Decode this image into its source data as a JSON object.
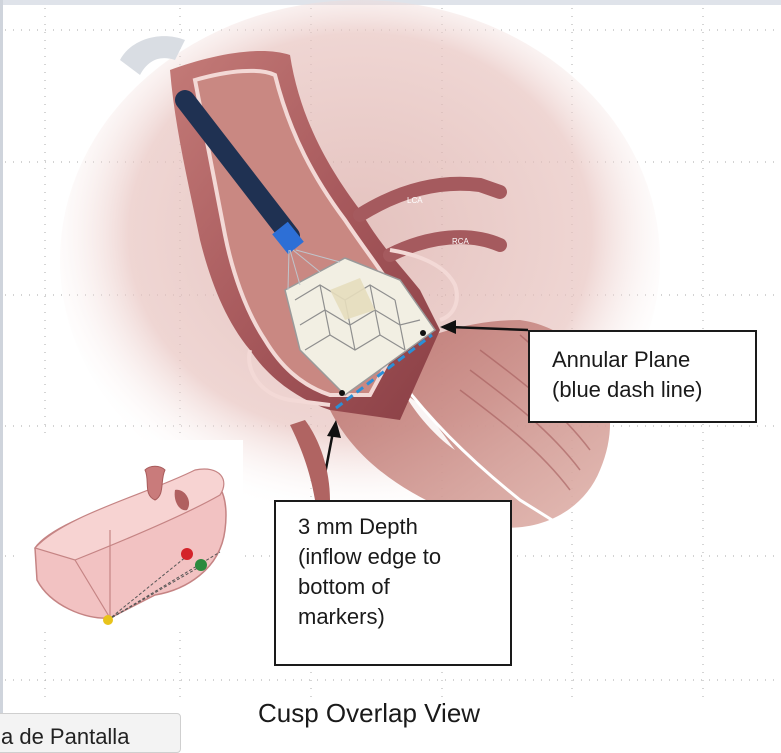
{
  "callouts": {
    "annular": {
      "line1": "Annular Plane",
      "line2": "(blue dash line)"
    },
    "depth": {
      "line1": "3 mm Depth",
      "line2": "(inflow edge to",
      "line3": "bottom of",
      "line4": "markers)"
    }
  },
  "artery_labels": {
    "lca": "LCA",
    "rca": "RCA"
  },
  "caption": "Cusp Overlap View",
  "tooltip": "a de Pantalla",
  "colors": {
    "tissue": "#b86a6a",
    "tissue_dark": "#8f4246",
    "tissue_light": "#e9b8b4",
    "catheter": "#1f3152",
    "catheter_tip": "#2d6fd6",
    "annular_line": "#2b8fd6",
    "marker_red": "#d4232a",
    "marker_green": "#2b8a3e",
    "marker_yellow": "#e8c31b",
    "inset_fill": "#f2c2c2"
  }
}
